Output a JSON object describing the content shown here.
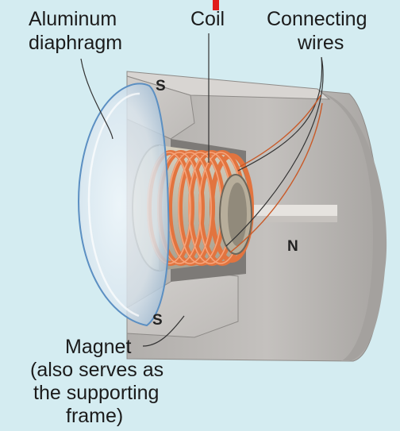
{
  "labels": {
    "diaphragm": [
      "Aluminum",
      "diaphragm"
    ],
    "coil": "Coil",
    "wires": [
      "Connecting",
      "wires"
    ],
    "magnet": "Magnet",
    "magnet_note": [
      "(also serves as",
      "the supporting",
      "frame)"
    ]
  },
  "poles": {
    "top": "S",
    "bottom": "S",
    "right": "N"
  },
  "colors": {
    "background": "#d4ecf1",
    "magnet": "#b9b6b3",
    "coil": "#e2743f",
    "diaphragm": "#d9e6ef",
    "accent_mark": "#e01b1b"
  }
}
